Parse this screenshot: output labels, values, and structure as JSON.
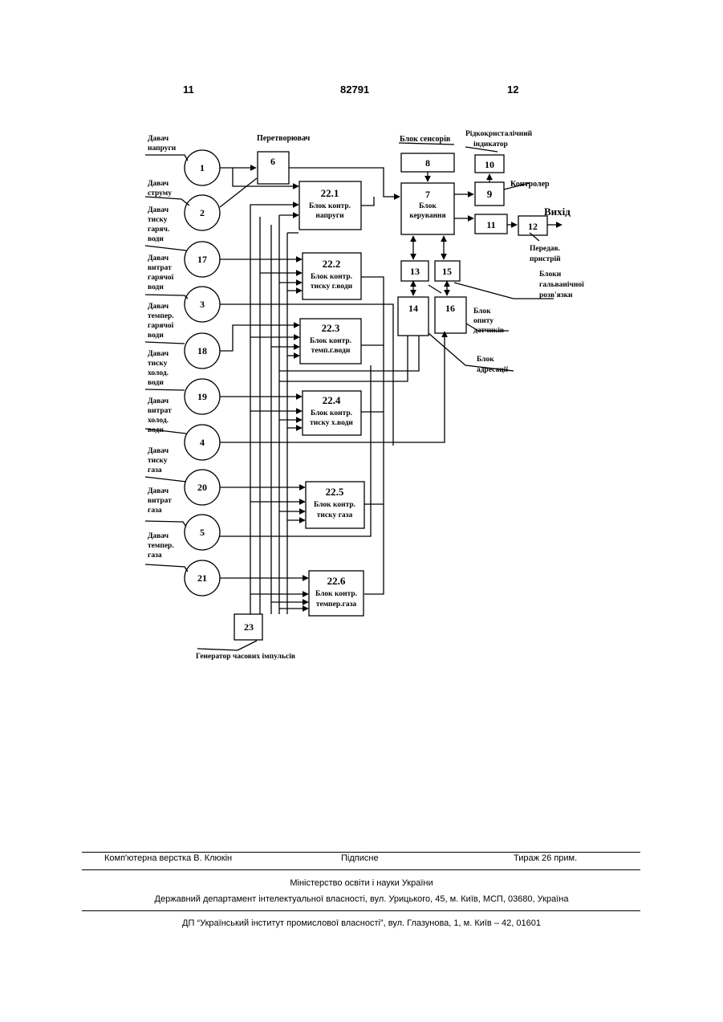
{
  "header": {
    "left_page": "11",
    "patent_no": "82791",
    "right_page": "12"
  },
  "diagram": {
    "sensor_labels": {
      "s1": [
        "Давач",
        "напруги"
      ],
      "s2": [
        "Давач",
        "струму"
      ],
      "s3": [
        "Давач",
        "тиску",
        "гаряч.",
        "води"
      ],
      "s17": [
        "Давач",
        "витрат",
        "гарячої",
        "води"
      ],
      "s3b": [
        "Давач",
        "темпер.",
        "гарячої",
        "води"
      ],
      "s18": [
        "Давач",
        "тиску",
        "холод.",
        "води"
      ],
      "s19": [
        "Давач",
        "витрат",
        "холод.",
        "води"
      ],
      "s4": [
        "Давач",
        "тиску",
        "газа"
      ],
      "s20": [
        "Давач",
        "витрат",
        "газа"
      ],
      "s5": [
        "Давач",
        "темпер.",
        "газа"
      ]
    },
    "circles": [
      "1",
      "2",
      "17",
      "3",
      "18",
      "19",
      "4",
      "20",
      "5",
      "21"
    ],
    "converter": {
      "num": "6",
      "label": "Перетворювач"
    },
    "blocks_22": [
      {
        "num": "22.1",
        "l1": "Блок контр.",
        "l2": "напруги"
      },
      {
        "num": "22.2",
        "l1": "Блок контр.",
        "l2": "тиску г.води"
      },
      {
        "num": "22.3",
        "l1": "Блок контр.",
        "l2": "темп.г.води"
      },
      {
        "num": "22.4",
        "l1": "Блок контр.",
        "l2": "тиску х.води"
      },
      {
        "num": "22.5",
        "l1": "Блок контр.",
        "l2": "тиску газа"
      },
      {
        "num": "22.6",
        "l1": "Блок контр.",
        "l2": "темпер.газа"
      }
    ],
    "control": {
      "num": "7",
      "l1": "Блок",
      "l2": "керування"
    },
    "sensors_block": {
      "num": "8",
      "label": "Блок сенсорів"
    },
    "controller": {
      "num": "9",
      "label": "Контролер"
    },
    "lcd": {
      "num": "10",
      "l1": "Рідкокристалічний",
      "l2": "індикатор"
    },
    "b11": "11",
    "transmitter": {
      "num": "12",
      "l1": "Передав.",
      "l2": "пристрій"
    },
    "output": "Вихід",
    "b13": "13",
    "b15": "15",
    "b14": "14",
    "b16": "16",
    "galvanic": {
      "l1": "Блоки",
      "l2": "гальванічної",
      "l3": "розв'язки"
    },
    "poll": {
      "l1": "Блок",
      "l2": "опиту",
      "l3": "датчиків"
    },
    "addressing": {
      "l1": "Блок",
      "l2": "адресації"
    },
    "generator": {
      "num": "23",
      "label": "Генератор часових імпульсів"
    }
  },
  "footer": {
    "layout": "Комп'ютерна верстка В. Клюкін",
    "signed": "Підписне",
    "circulation": "Тираж 26 прим.",
    "ministry": "Міністерство освіти і науки України",
    "department": "Державний департамент інтелектуальної власності, вул. Урицького, 45, м. Київ, МСП, 03680, Україна",
    "institute": "ДП “Український інститут промислової власності”, вул. Глазунова, 1, м. Київ – 42, 01601"
  }
}
